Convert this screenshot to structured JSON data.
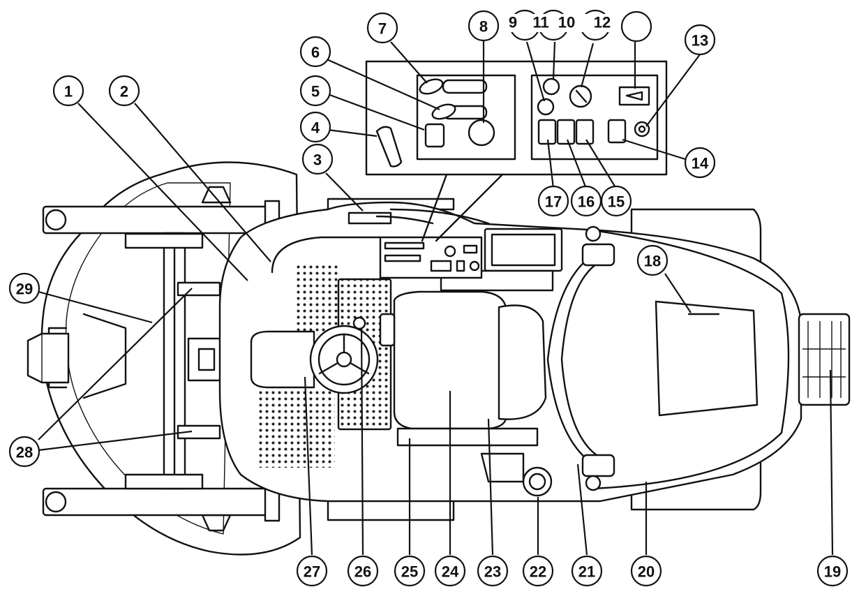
{
  "diagram": {
    "callouts": [
      "1",
      "2",
      "3",
      "4",
      "5",
      "6",
      "7",
      "8",
      "9",
      "10",
      "11",
      "12",
      "13",
      "14",
      "15",
      "16",
      "17",
      "18",
      "19",
      "20",
      "21",
      "22",
      "23",
      "24",
      "25",
      "26",
      "27",
      "28",
      "29",
      ""
    ],
    "header_labels": [
      "9",
      "11",
      "10",
      "12"
    ]
  }
}
